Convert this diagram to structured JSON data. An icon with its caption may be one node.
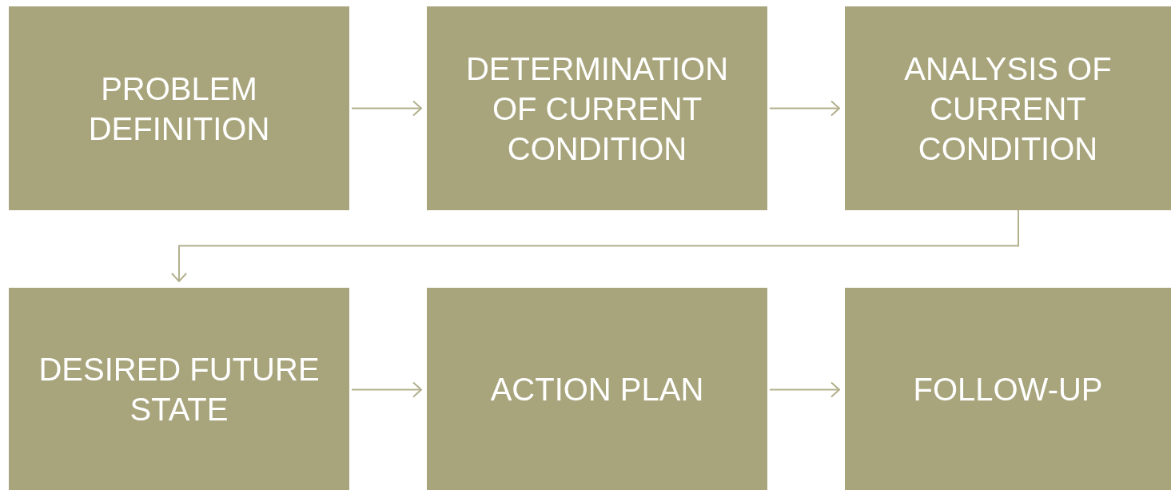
{
  "diagram": {
    "nodes": [
      {
        "text": [
          "PROBLEM DEFINITION"
        ]
      },
      {
        "text": [
          "DETERMINATION OF CURRENT CONDITION"
        ]
      },
      {
        "text": [
          "ANALYSIS OF CURRENT CONDITION"
        ]
      },
      {
        "text": [
          "DESIRED FUTURE STATE"
        ]
      },
      {
        "text": [
          "ACTION PLAN"
        ]
      },
      {
        "text": [
          "FOLLOW-UP"
        ]
      }
    ],
    "edges": [
      {
        "from": 0,
        "to": 1,
        "arrow": "to"
      },
      {
        "from": 1,
        "to": 2,
        "arrow": "to"
      },
      {
        "from": 2,
        "to": 3,
        "arrow": "to"
      },
      {
        "from": 3,
        "to": 4,
        "arrow": "to"
      },
      {
        "from": 4,
        "to": 5,
        "arrow": "to"
      }
    ]
  }
}
